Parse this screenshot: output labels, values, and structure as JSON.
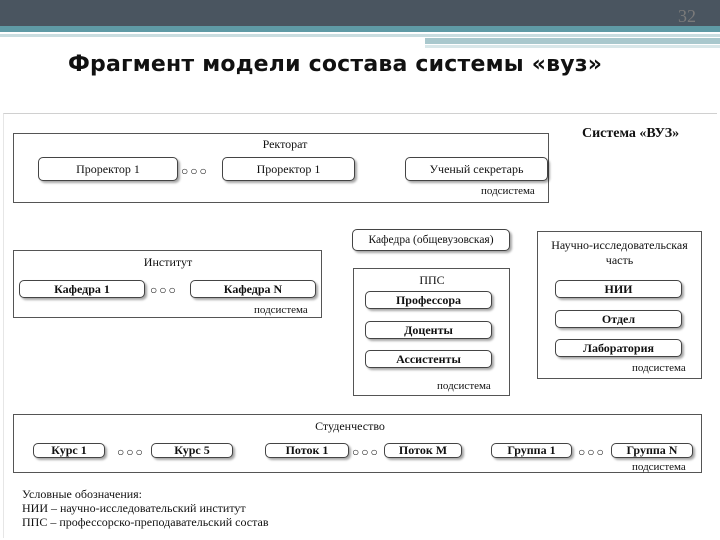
{
  "slide_number": "32",
  "title": "Фрагмент модели состава системы «вуз»",
  "system_title": "Система «ВУЗ»",
  "subsystem_label": "подсистема",
  "dots": "○○○",
  "rectorate": {
    "label": "Ректорат",
    "items": [
      "Проректор 1",
      "Проректор 1",
      "Ученый секретарь"
    ]
  },
  "institute": {
    "label": "Институт",
    "items": [
      "Кафедра 1",
      "Кафедра N"
    ]
  },
  "general_department": "Кафедра (общевузовская)",
  "pps": {
    "label": "ППС",
    "items": [
      "Профессора",
      "Доценты",
      "Ассистенты"
    ]
  },
  "research": {
    "label_line1": "Научно-исследовательская",
    "label_line2": "часть",
    "items": [
      "НИИ",
      "Отдел",
      "Лаборатория"
    ]
  },
  "students": {
    "label": "Студенчество",
    "items": [
      "Курс 1",
      "Курс 5",
      "Поток 1",
      "Поток M",
      "Группа 1",
      "Группа N"
    ]
  },
  "legend": {
    "heading": "Условные обозначения:",
    "lines": [
      "НИИ – научно-исследовательский институт",
      "ППС – профессорско-преподавательский состав"
    ]
  }
}
